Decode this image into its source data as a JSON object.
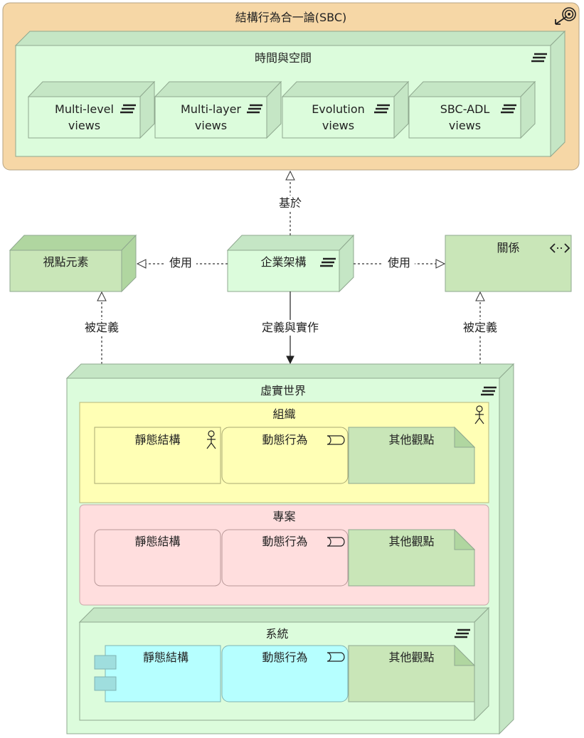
{
  "diagram": {
    "title": "結構行為合一論(SBC)",
    "time_space": {
      "title": "時間與空間",
      "views": [
        {
          "line1": "Multi-level",
          "line2": "views"
        },
        {
          "line1": "Multi-layer",
          "line2": "views"
        },
        {
          "line1": "Evolution",
          "line2": "views"
        },
        {
          "line1": "SBC-ADL",
          "line2": "views"
        }
      ]
    },
    "based_on": "基於",
    "viewpoint_elements": "視點元素",
    "enterprise_architecture": "企業架構",
    "relationship": "關係",
    "use_left": "使用",
    "use_right": "使用",
    "defined_left": "被定義",
    "defined_right": "被定義",
    "define_implement": "定義與實作",
    "real_world": {
      "title": "虛實世界",
      "organization": {
        "title": "組織",
        "static": "靜態結構",
        "dynamic": "動態行為",
        "other": "其他觀點"
      },
      "project": {
        "title": "專案",
        "static": "靜態結構",
        "dynamic": "動態行為",
        "other": "其他觀點"
      },
      "system": {
        "title": "系統",
        "static": "靜態結構",
        "dynamic": "動態行為",
        "other": "其他觀點"
      }
    }
  },
  "colors": {
    "sbc_fill": "#f6d7a6",
    "node_fill": "#dcfcdc",
    "node_side": "#c5e6c5",
    "org_fill": "#ffffb5",
    "project_fill": "#ffdede",
    "system_fill": "#b6ffff",
    "note_fill": "#c9e6b8",
    "viewpoint_fill": "#c9e6b8"
  }
}
